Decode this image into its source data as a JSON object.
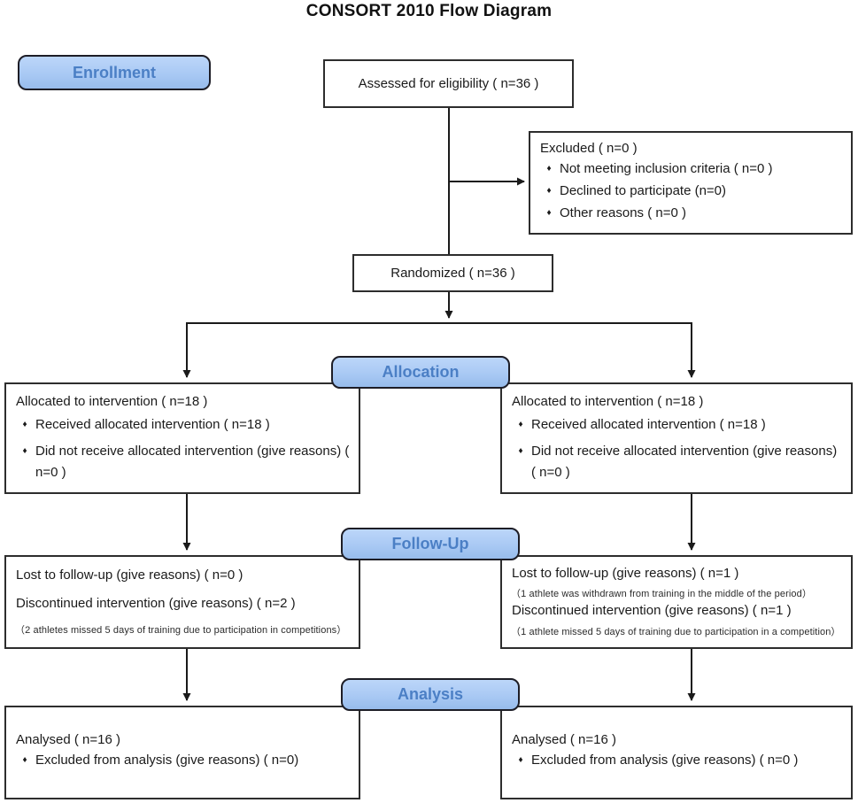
{
  "title": "CONSORT 2010 Flow Diagram",
  "colors": {
    "badge_fill": "#a9c9f4",
    "badge_text": "#4b7fc5",
    "badge_border": "#1d1d26",
    "box_border": "#2d2d2d",
    "line_color": "#1a1a1a"
  },
  "icons": {
    "bullet": "♦"
  },
  "stages": {
    "enrollment": "Enrollment",
    "allocation": "Allocation",
    "followup": "Follow-Up",
    "analysis": "Analysis"
  },
  "boxes": {
    "assessed": {
      "text": "Assessed for eligibility ( n=36 )"
    },
    "excluded": {
      "title": "Excluded  ( n=0 )",
      "bullets": [
        "Not meeting inclusion criteria ( n=0 )",
        "Declined to participate (n=0)",
        "Other reasons ( n=0 )"
      ]
    },
    "randomized": {
      "text": "Randomized ( n=36 )"
    },
    "alloc_left": {
      "title": "Allocated to intervention ( n=18 )",
      "bullets": [
        "Received allocated intervention ( n=18 )",
        "Did not receive allocated intervention (give reasons) ( n=0 )"
      ]
    },
    "alloc_right": {
      "title": "Allocated to intervention ( n=18 )",
      "bullets": [
        "Received allocated intervention ( n=18 )",
        "Did not receive allocated intervention (give reasons) ( n=0 )"
      ]
    },
    "fu_left": {
      "line1": "Lost to follow-up (give reasons) ( n=0 )",
      "line2": "Discontinued intervention (give reasons) ( n=2 )",
      "note2": "（2 athletes missed 5 days of training due to participation in competitions）"
    },
    "fu_right": {
      "line1": "Lost to follow-up (give reasons) ( n=1 )",
      "note1": "（1 athlete was withdrawn from training in the middle of the period）",
      "line2": "Discontinued intervention (give reasons) ( n=1 )",
      "note2": "（1 athlete missed 5 days of training due to participation in a competition）"
    },
    "an_left": {
      "title": "Analysed  ( n=16 )",
      "bullets": [
        "Excluded from analysis (give reasons) ( n=0)"
      ]
    },
    "an_right": {
      "title": "Analysed  ( n=16 )",
      "bullets": [
        "Excluded from analysis (give reasons) ( n=0 )"
      ]
    }
  }
}
